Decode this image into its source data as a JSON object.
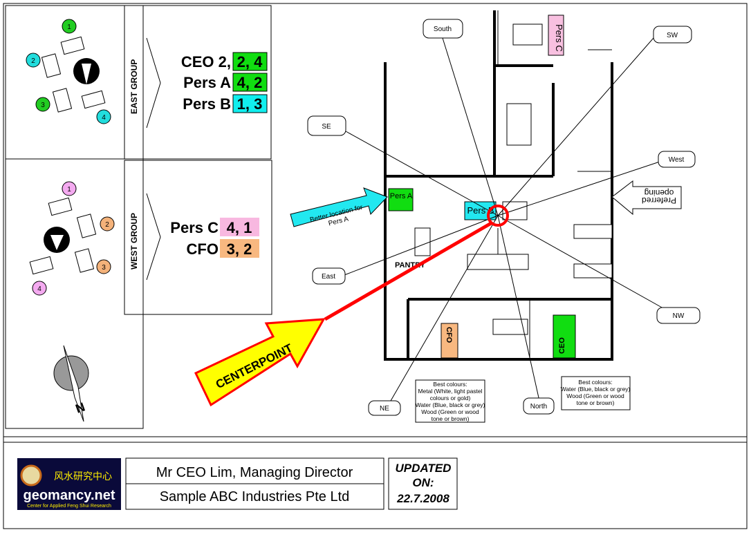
{
  "east_group": {
    "label": "EAST GROUP",
    "seats": [
      {
        "n": "1",
        "color": "#22cc22"
      },
      {
        "n": "2",
        "color": "#22dddd"
      },
      {
        "n": "3",
        "color": "#22cc22"
      },
      {
        "n": "4",
        "color": "#22dddd"
      }
    ],
    "rows": [
      {
        "name": "CEO 2,",
        "value": "2, 4",
        "color": "#11dd11"
      },
      {
        "name": "Pers A",
        "value": "4, 2",
        "color": "#11dd11"
      },
      {
        "name": "Pers B",
        "value": "1, 3",
        "color": "#11eeee"
      }
    ]
  },
  "west_group": {
    "label": "WEST GROUP",
    "seats": [
      {
        "n": "1",
        "color": "#f4aaf0"
      },
      {
        "n": "2",
        "color": "#f4b27a"
      },
      {
        "n": "3",
        "color": "#f4b27a"
      },
      {
        "n": "4",
        "color": "#f4aaf0"
      }
    ],
    "rows": [
      {
        "name": "Pers C",
        "value": "4, 1",
        "color": "#f8b8e0"
      },
      {
        "name": "CFO",
        "value": "3, 2",
        "color": "#f8b880"
      }
    ]
  },
  "compass_letter": "N",
  "directions": {
    "south": "South",
    "sw": "SW",
    "se": "SE",
    "west": "West",
    "east": "East",
    "nw": "NW",
    "ne": "NE",
    "north": "North"
  },
  "rooms": {
    "pers_a": "Pers A",
    "pers_b": "Pers B",
    "pers_c": "Pers C",
    "cfo": "CFO",
    "ceo": "CEO",
    "pantry": "PANTRY"
  },
  "annotations": {
    "better_location": [
      "Better location for",
      "Pers A"
    ],
    "preferred_opening": [
      "Preferred",
      "opening"
    ],
    "centerpoint": "CENTERPOINT"
  },
  "best_colours_left": [
    "Best colours:",
    "Metal (White, light pastel",
    "colours or gold)",
    "Water (Blue, black or grey)",
    "Wood (Green or wood",
    "tone or brown)"
  ],
  "best_colours_right": [
    "Best colours:",
    "Water (Blue, black or grey)",
    "Wood (Green or wood",
    "tone or brown)"
  ],
  "footer": {
    "logo_chinese": "风水研究中心",
    "logo_name": "geomancy.net",
    "logo_tagline": "Center for Applied Feng Shui Research",
    "client": "Mr CEO Lim, Managing Director",
    "company": "Sample ABC Industries Pte Ltd",
    "updated": [
      "UPDATED",
      "ON:",
      "22.7.2008"
    ]
  },
  "colors": {
    "accent_red": "#ff0000",
    "arrow_yellow": "#ffff00",
    "cyan": "#22e8f0",
    "ceo_green": "#11dd11",
    "cfo_orange": "#f8b880",
    "pers_c_pink": "#f8c0e0"
  }
}
